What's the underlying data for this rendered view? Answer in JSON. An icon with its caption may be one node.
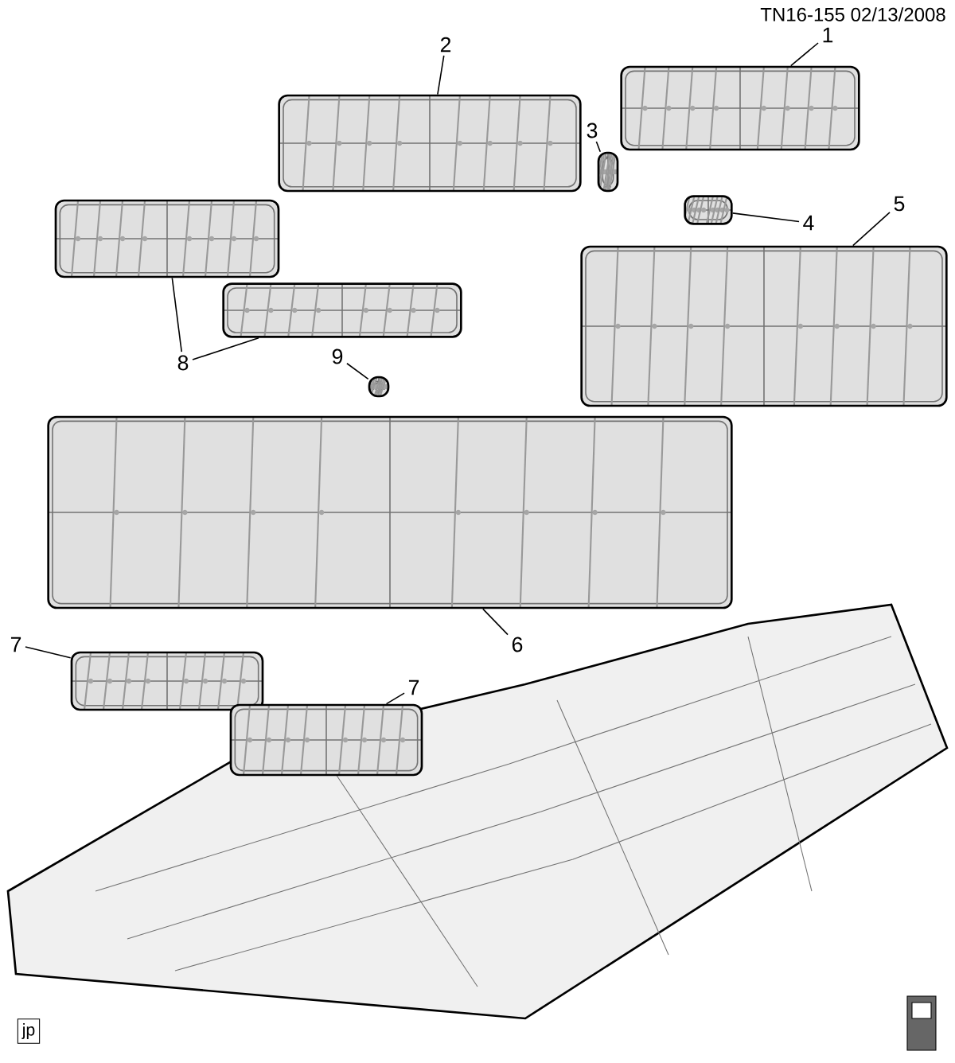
{
  "diagram": {
    "nodes": [
      {
        "text": [
          "1"
        ]
      },
      {
        "text": [
          "2"
        ]
      },
      {
        "text": [
          "3"
        ]
      },
      {
        "text": [
          "4"
        ]
      },
      {
        "text": [
          "5"
        ]
      },
      {
        "text": [
          "8"
        ]
      },
      {
        "text": [
          "9"
        ]
      },
      {
        "text": [
          "6"
        ]
      },
      {
        "text": [
          "7"
        ]
      },
      {
        "text": [
          "7"
        ]
      },
      {
        "text": [],
        "shape": "picture"
      },
      {
        "text": [],
        "shape": "picture"
      },
      {
        "text": [],
        "shape": "picture"
      },
      {
        "text": [],
        "shape": "picture"
      },
      {
        "text": [],
        "shape": "picture"
      },
      {
        "text": [],
        "shape": "picture"
      },
      {
        "text": [],
        "shape": "picture"
      },
      {
        "text": [],
        "shape": "picture"
      },
      {
        "text": [],
        "shape": "picture"
      },
      {
        "text": [],
        "shape": "picture"
      },
      {
        "text": [],
        "shape": "picture"
      }
    ],
    "edges": [
      {
        "from": 0,
        "to": 10,
        "arrow": "none"
      },
      {
        "from": 1,
        "to": 11,
        "arrow": "none"
      },
      {
        "from": 2,
        "to": 12,
        "arrow": "none"
      },
      {
        "from": 3,
        "to": 13,
        "arrow": "none"
      },
      {
        "from": 4,
        "to": 14,
        "arrow": "none"
      },
      {
        "from": 5,
        "to": 15,
        "arrow": "none"
      },
      {
        "from": 5,
        "to": 16,
        "arrow": "none"
      },
      {
        "from": 6,
        "to": 17,
        "arrow": "none"
      },
      {
        "from": 7,
        "to": 18,
        "arrow": "none"
      },
      {
        "from": 8,
        "to": 19,
        "arrow": "none"
      },
      {
        "from": 9,
        "to": 20,
        "arrow": "none"
      }
    ],
    "labels": [
      "TN16-155 02/13/2008",
      "jp"
    ]
  }
}
